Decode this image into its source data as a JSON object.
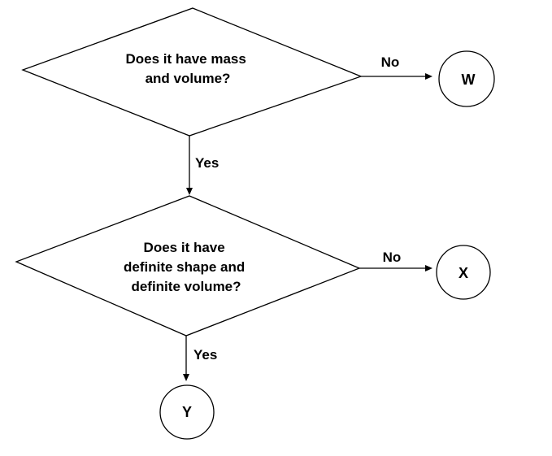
{
  "decisions": [
    {
      "id": "q1",
      "lines": [
        "Does it have mass",
        "and volume?"
      ]
    },
    {
      "id": "q2",
      "lines": [
        "Does it have",
        "definite shape and",
        "definite volume?"
      ]
    }
  ],
  "terminals": [
    {
      "id": "w",
      "label": "W"
    },
    {
      "id": "x",
      "label": "X"
    },
    {
      "id": "y",
      "label": "Y"
    }
  ],
  "edges": [
    {
      "from": "q1",
      "to": "w",
      "label": "No"
    },
    {
      "from": "q1",
      "to": "q2",
      "label": "Yes"
    },
    {
      "from": "q2",
      "to": "x",
      "label": "No"
    },
    {
      "from": "q2",
      "to": "y",
      "label": "Yes"
    }
  ],
  "colors": {
    "stroke": "#000000",
    "fill": "#ffffff",
    "text": "#000000"
  }
}
